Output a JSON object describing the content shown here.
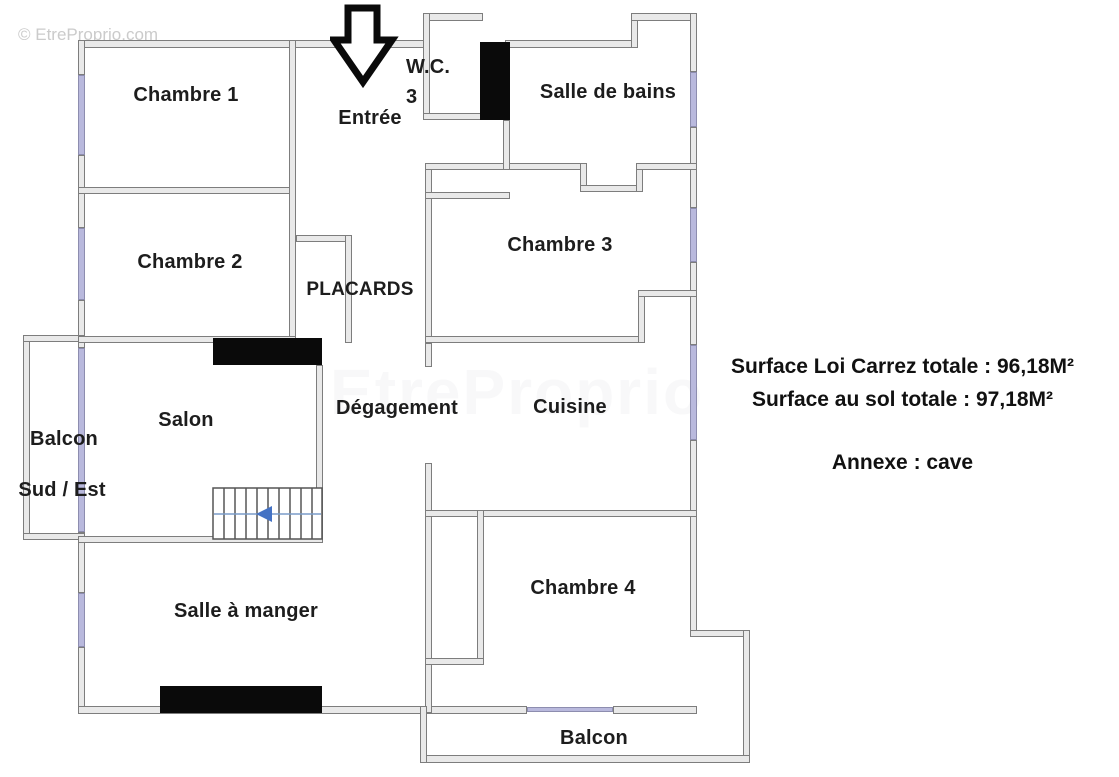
{
  "watermark": "© EtreProprio.com",
  "rooms": {
    "chambre1": "Chambre 1",
    "entree": "Entrée",
    "wc_line1": "W.C.",
    "wc_line2": "3",
    "salle_de_bains": "Salle de bains",
    "chambre2": "Chambre 2",
    "placards": "PLACARDS",
    "chambre3": "Chambre 3",
    "balcon_side_line1": "Balcon",
    "balcon_side_line2": "Sud / Est",
    "salon": "Salon",
    "degagement": "Dégagement",
    "cuisine": "Cuisine",
    "salle_a_manger": "Salle à manger",
    "chambre4": "Chambre 4",
    "balcon_bottom": "Balcon"
  },
  "info": {
    "surface_carrez": "Surface Loi Carrez totale : 96,18M²",
    "surface_sol": "Surface au sol totale : 97,18M²",
    "annexe": "Annexe : cave"
  },
  "colors": {
    "wall_fill": "#e9e9e9",
    "wall_edge": "#7d7d7d",
    "window": "#b9b9dd",
    "feature_black": "#0a0a0a",
    "stair_line": "#555555",
    "stair_arrow": "#4472c4",
    "text": "#1d1d1d",
    "watermark": "#cbcbcb"
  }
}
